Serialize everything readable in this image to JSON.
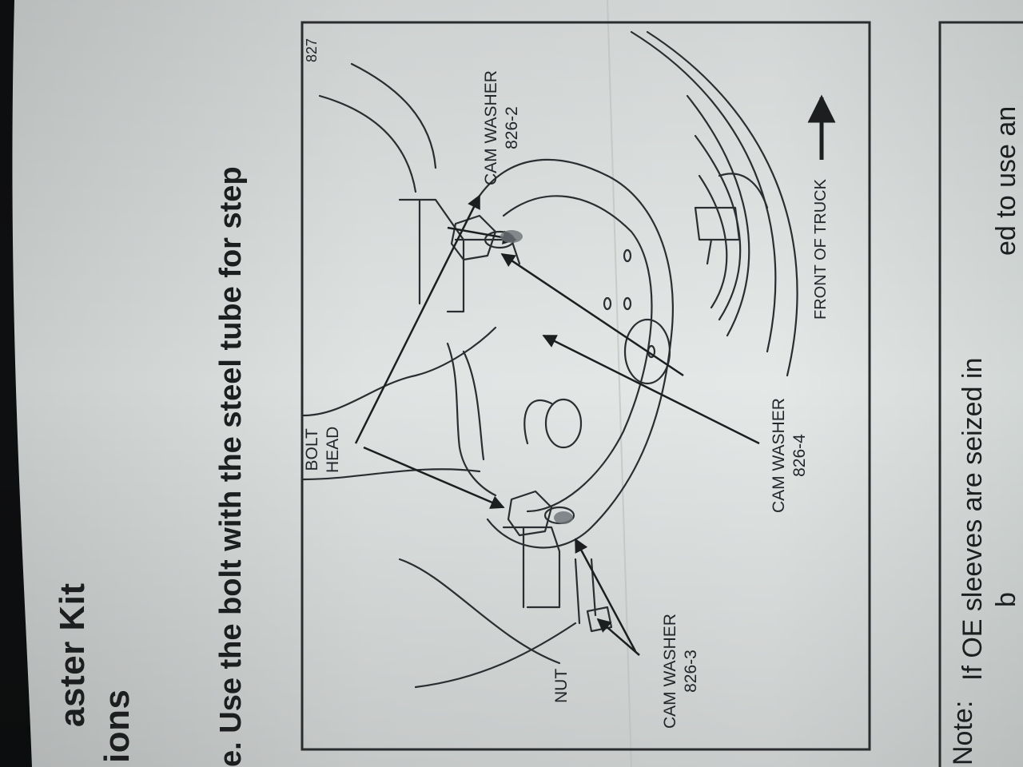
{
  "heading": {
    "line1": "aster Kit",
    "line2": "ions"
  },
  "step_text": "e. Use the bolt with the steel tube for step",
  "figure": {
    "number": "827",
    "labels": {
      "bolt_head_1": "BOLT",
      "bolt_head_2": "HEAD",
      "cam_washer_2_1": "CAM WASHER",
      "cam_washer_2_2": "826-2",
      "cam_washer_4_1": "CAM WASHER",
      "cam_washer_4_2": "826-4",
      "cam_washer_3_1": "CAM WASHER",
      "cam_washer_3_2": "826-3",
      "nut": "NUT",
      "front_of_truck": "FRONT OF TRUCK"
    }
  },
  "note": {
    "label": "Note:",
    "line1": "If OE sleeves are seized in",
    "line2_partial": "ed to use an",
    "line3_partial": "b"
  },
  "colors": {
    "paper": "#dfe3e2",
    "ink": "#1c1e20",
    "background": "#0e0f10"
  }
}
